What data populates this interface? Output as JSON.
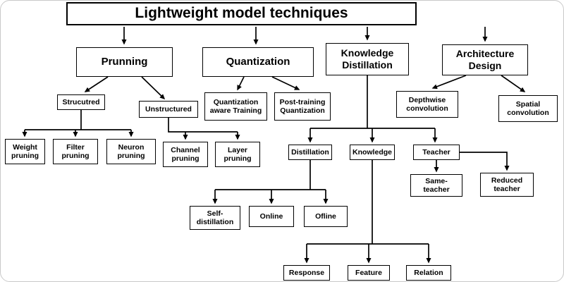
{
  "diagram": {
    "nodes": {
      "title": "Lightweight model techniques",
      "pruning": "Prunning",
      "quantization": "Quantization",
      "knowledge_distillation": "Knowledge Distillation",
      "architecture_design": "Architecture Design",
      "structured": "Strucutred",
      "unstructured": "Unstructured",
      "weight_pruning": "Weight pruning",
      "filter_pruning": "Filter pruning",
      "neuron_pruning": "Neuron pruning",
      "channel_pruning": "Channel pruning",
      "layer_pruning": "Layer pruning",
      "quantization_aware_training": "Quantization aware Training",
      "post_training_quantization": "Post-training Quantization",
      "distillation": "Distillation",
      "knowledge": "Knowledge",
      "teacher": "Teacher",
      "same_teacher": "Same-teacher",
      "reduced_teacher": "Reduced teacher",
      "self_distillation": "Self-distillation",
      "online": "Online",
      "offline": "Ofline",
      "response": "Response",
      "feature": "Feature",
      "relation": "Relation",
      "depthwise_convolution": "Depthwise convolution",
      "spatial_convolution": "Spatial convolution"
    },
    "edges": [
      [
        "title",
        "pruning"
      ],
      [
        "title",
        "quantization"
      ],
      [
        "title",
        "knowledge_distillation"
      ],
      [
        "title",
        "architecture_design"
      ],
      [
        "pruning",
        "structured"
      ],
      [
        "pruning",
        "unstructured"
      ],
      [
        "structured",
        "weight_pruning"
      ],
      [
        "structured",
        "filter_pruning"
      ],
      [
        "structured",
        "neuron_pruning"
      ],
      [
        "unstructured",
        "channel_pruning"
      ],
      [
        "unstructured",
        "layer_pruning"
      ],
      [
        "quantization",
        "quantization_aware_training"
      ],
      [
        "quantization",
        "post_training_quantization"
      ],
      [
        "knowledge_distillation",
        "distillation"
      ],
      [
        "knowledge_distillation",
        "knowledge"
      ],
      [
        "knowledge_distillation",
        "teacher"
      ],
      [
        "distillation",
        "self_distillation"
      ],
      [
        "distillation",
        "online"
      ],
      [
        "distillation",
        "offline"
      ],
      [
        "knowledge",
        "response"
      ],
      [
        "knowledge",
        "feature"
      ],
      [
        "knowledge",
        "relation"
      ],
      [
        "teacher",
        "same_teacher"
      ],
      [
        "teacher",
        "reduced_teacher"
      ],
      [
        "architecture_design",
        "depthwise_convolution"
      ],
      [
        "architecture_design",
        "spatial_convolution"
      ]
    ],
    "colors": {
      "box_border": "#000000",
      "box_fill": "#ffffff",
      "line": "#000000"
    }
  }
}
